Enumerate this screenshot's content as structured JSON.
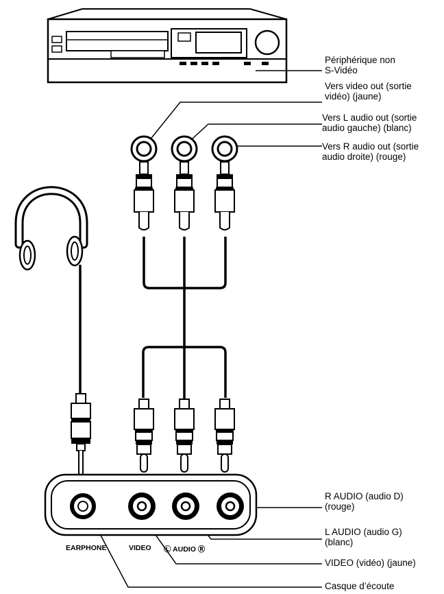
{
  "labels": {
    "device": [
      "Périphérique non",
      "S-Vidéo"
    ],
    "video_out": [
      "Vers video out (sortie",
      "vidéo) (jaune)"
    ],
    "l_audio_out": [
      "Vers L audio out (sortie",
      "audio gauche) (blanc)"
    ],
    "r_audio_out": [
      "Vers R audio out (sortie",
      "audio droite) (rouge)"
    ],
    "r_audio": [
      "R AUDIO (audio D)",
      "(rouge)"
    ],
    "l_audio": [
      "L AUDIO (audio G)",
      "(blanc)"
    ],
    "video": [
      "VIDEO (vidéo) (jaune)"
    ],
    "earphone_jack": [
      "Casque d’écoute"
    ]
  },
  "panel": {
    "earphone": "EARPHONE",
    "video": "VIDEO",
    "audio": "Ⓛ AUDIO Ⓡ"
  },
  "icons": [
    "vcr-device-icon",
    "headphones-icon",
    "rca-plug-icon",
    "earphone-plug-icon",
    "jack-panel-icon"
  ]
}
